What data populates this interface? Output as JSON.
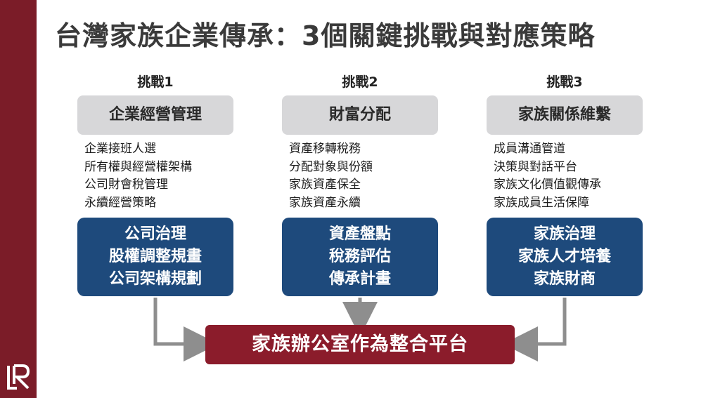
{
  "title": "台灣家族企業傳承：3個關鍵挑戰與對應策略",
  "columns": [
    {
      "label": "挑戰1",
      "category": "企業經營管理",
      "issues": [
        "企業接班人選",
        "所有權與經營權架構",
        "公司財會稅管理",
        "永續經營策略"
      ],
      "solutions": [
        "公司治理",
        "股權調整規畫",
        "公司架構規劃"
      ]
    },
    {
      "label": "挑戰2",
      "category": "財富分配",
      "issues": [
        "資產移轉稅務",
        "分配對象與份額",
        "家族資產保全",
        "家族資產永續"
      ],
      "solutions": [
        "資產盤點",
        "稅務評估",
        "傳承計畫"
      ]
    },
    {
      "label": "挑戰3",
      "category": "家族關係維繫",
      "issues": [
        "成員溝通管道",
        "決策與對話平台",
        "家族文化價值觀傳承",
        "家族成員生活保障"
      ],
      "solutions": [
        "家族治理",
        "家族人才培養",
        "家族財商"
      ]
    }
  ],
  "platform": "家族辦公室作為整合平台",
  "colors": {
    "sidebar": "#7b1c28",
    "solution_box": "#1e4a7c",
    "category_box": "#d7d7d9",
    "platform_box": "#8b1c2b",
    "arrow": "#8e8e8e"
  },
  "logo_icon": "stylized-LR-logo-icon"
}
